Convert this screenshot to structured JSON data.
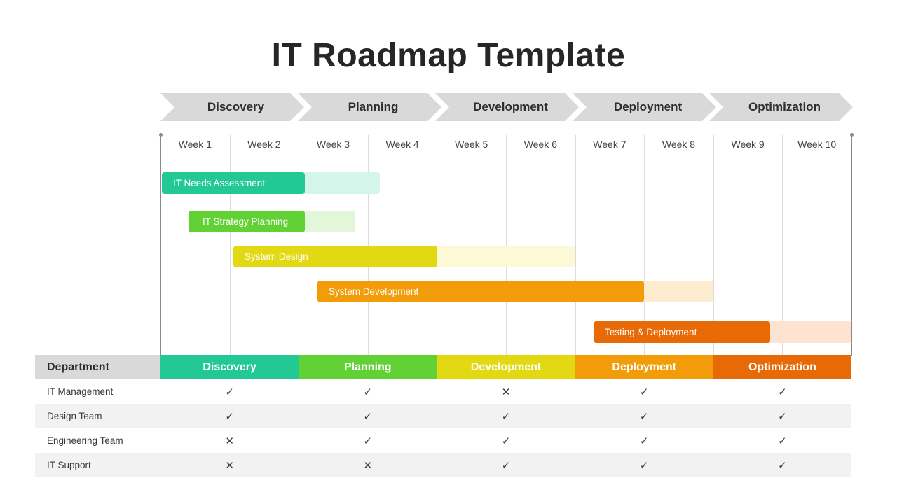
{
  "title": "IT Roadmap Template",
  "colors": {
    "discovery": "#23c994",
    "planning": "#62d135",
    "development": "#e3d912",
    "deployment": "#f29c0a",
    "optimization": "#e86a07",
    "header_gray": "#d9d9d9"
  },
  "phases": [
    {
      "label": "Discovery"
    },
    {
      "label": "Planning"
    },
    {
      "label": "Development"
    },
    {
      "label": "Deployment"
    },
    {
      "label": "Optimization"
    }
  ],
  "weeks": [
    "Week 1",
    "Week 2",
    "Week 3",
    "Week 4",
    "Week 5",
    "Week 6",
    "Week 7",
    "Week 8",
    "Week 9",
    "Week 10"
  ],
  "tasks": [
    {
      "label": "IT Needs Assessment",
      "start_week": 1.0,
      "solid_end_week": 3.1,
      "ghost_end_week": 4.2,
      "color": "#23c994",
      "ghost": "#d3f5ea"
    },
    {
      "label": "IT Strategy Planning",
      "start_week": 1.4,
      "solid_end_week": 3.1,
      "ghost_end_week": 3.85,
      "color": "#62d135",
      "ghost": "#e2f6d9"
    },
    {
      "label": "System Design",
      "start_week": 2.05,
      "solid_end_week": 5.0,
      "ghost_end_week": 7.0,
      "color": "#e3d912",
      "ghost": "#fbf9d6"
    },
    {
      "label": "System Development",
      "start_week": 3.25,
      "solid_end_week": 8.0,
      "ghost_end_week": 9.0,
      "color": "#f29c0a",
      "ghost": "#fdeccf"
    },
    {
      "label": "Testing & Deployment",
      "start_week": 7.25,
      "solid_end_week": 9.8,
      "ghost_end_week": 11.0,
      "color": "#e86a07",
      "ghost": "#fde3d0"
    }
  ],
  "table": {
    "header": "Department",
    "columns": [
      "Discovery",
      "Planning",
      "Development",
      "Deployment",
      "Optimization"
    ],
    "rows": [
      {
        "dept": "IT Management",
        "cells": [
          "✓",
          "✓",
          "✕",
          "✓",
          "✓"
        ]
      },
      {
        "dept": "Design Team",
        "cells": [
          "✓",
          "✓",
          "✓",
          "✓",
          "✓"
        ]
      },
      {
        "dept": "Engineering Team",
        "cells": [
          "✕",
          "✓",
          "✓",
          "✓",
          "✓"
        ]
      },
      {
        "dept": "IT Support",
        "cells": [
          "✕",
          "✕",
          "✓",
          "✓",
          "✓"
        ]
      }
    ]
  }
}
